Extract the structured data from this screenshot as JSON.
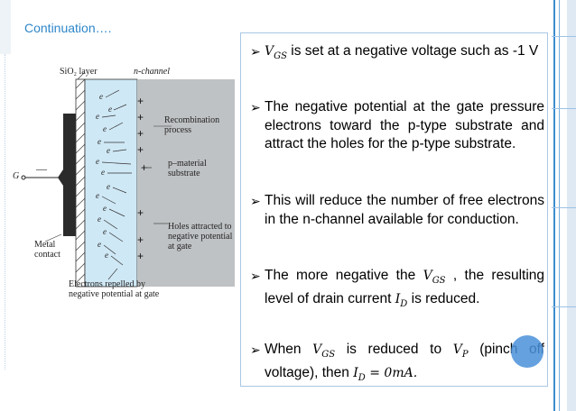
{
  "slide": {
    "title": "Continuation…."
  },
  "figure": {
    "labels": {
      "sio2": "SiO₂ layer",
      "n_channel": "n-channel",
      "recombination": "Recombination process",
      "p_material": "p–material substrate",
      "holes": "Holes attracted to negative potential at gate",
      "gate": "G",
      "gate_sign": "—",
      "metal": "Metal contact",
      "electrons": "Electrons repelled by negative potential at gate",
      "electron_symbol": "e",
      "hole_symbol": "+"
    }
  },
  "bullets": [
    {
      "id": "b1",
      "parts": [
        {
          "t": "math",
          "v": "V",
          "sub": "GS"
        },
        {
          "t": "text",
          "v": " is set at a negative voltage such as -1 V"
        }
      ]
    },
    {
      "id": "b2",
      "parts": [
        {
          "t": "text",
          "v": "The negative potential at the gate pressure electrons toward the p-type substrate and attract the holes for the p-type substrate."
        }
      ]
    },
    {
      "id": "b3",
      "parts": [
        {
          "t": "text",
          "v": "This will reduce the number of free electrons in the n-channel available for conduction."
        }
      ]
    },
    {
      "id": "b4",
      "parts": [
        {
          "t": "text",
          "v": "The more negative the "
        },
        {
          "t": "math",
          "v": "V",
          "sub": "GS"
        },
        {
          "t": "text",
          "v": " , the resulting level of drain current "
        },
        {
          "t": "math",
          "v": "I",
          "sub": "D"
        },
        {
          "t": "text",
          "v": " is reduced."
        }
      ]
    },
    {
      "id": "b5",
      "parts": [
        {
          "t": "text",
          "v": "When "
        },
        {
          "t": "math",
          "v": "V",
          "sub": "GS"
        },
        {
          "t": "text",
          "v": " is reduced to "
        },
        {
          "t": "math",
          "v": "V",
          "sub": "P"
        },
        {
          "t": "text",
          "v": " (pinch off voltage), then "
        },
        {
          "t": "math",
          "v": "I",
          "sub": "D"
        },
        {
          "t": "math",
          "v": " = 0mA."
        }
      ]
    }
  ],
  "colors": {
    "accent": "#2d86c9",
    "channel_fill": "#cfe8f5",
    "metal": "#2b2b2b"
  },
  "icons": {
    "bullet": "arrowhead-bullet-icon"
  }
}
